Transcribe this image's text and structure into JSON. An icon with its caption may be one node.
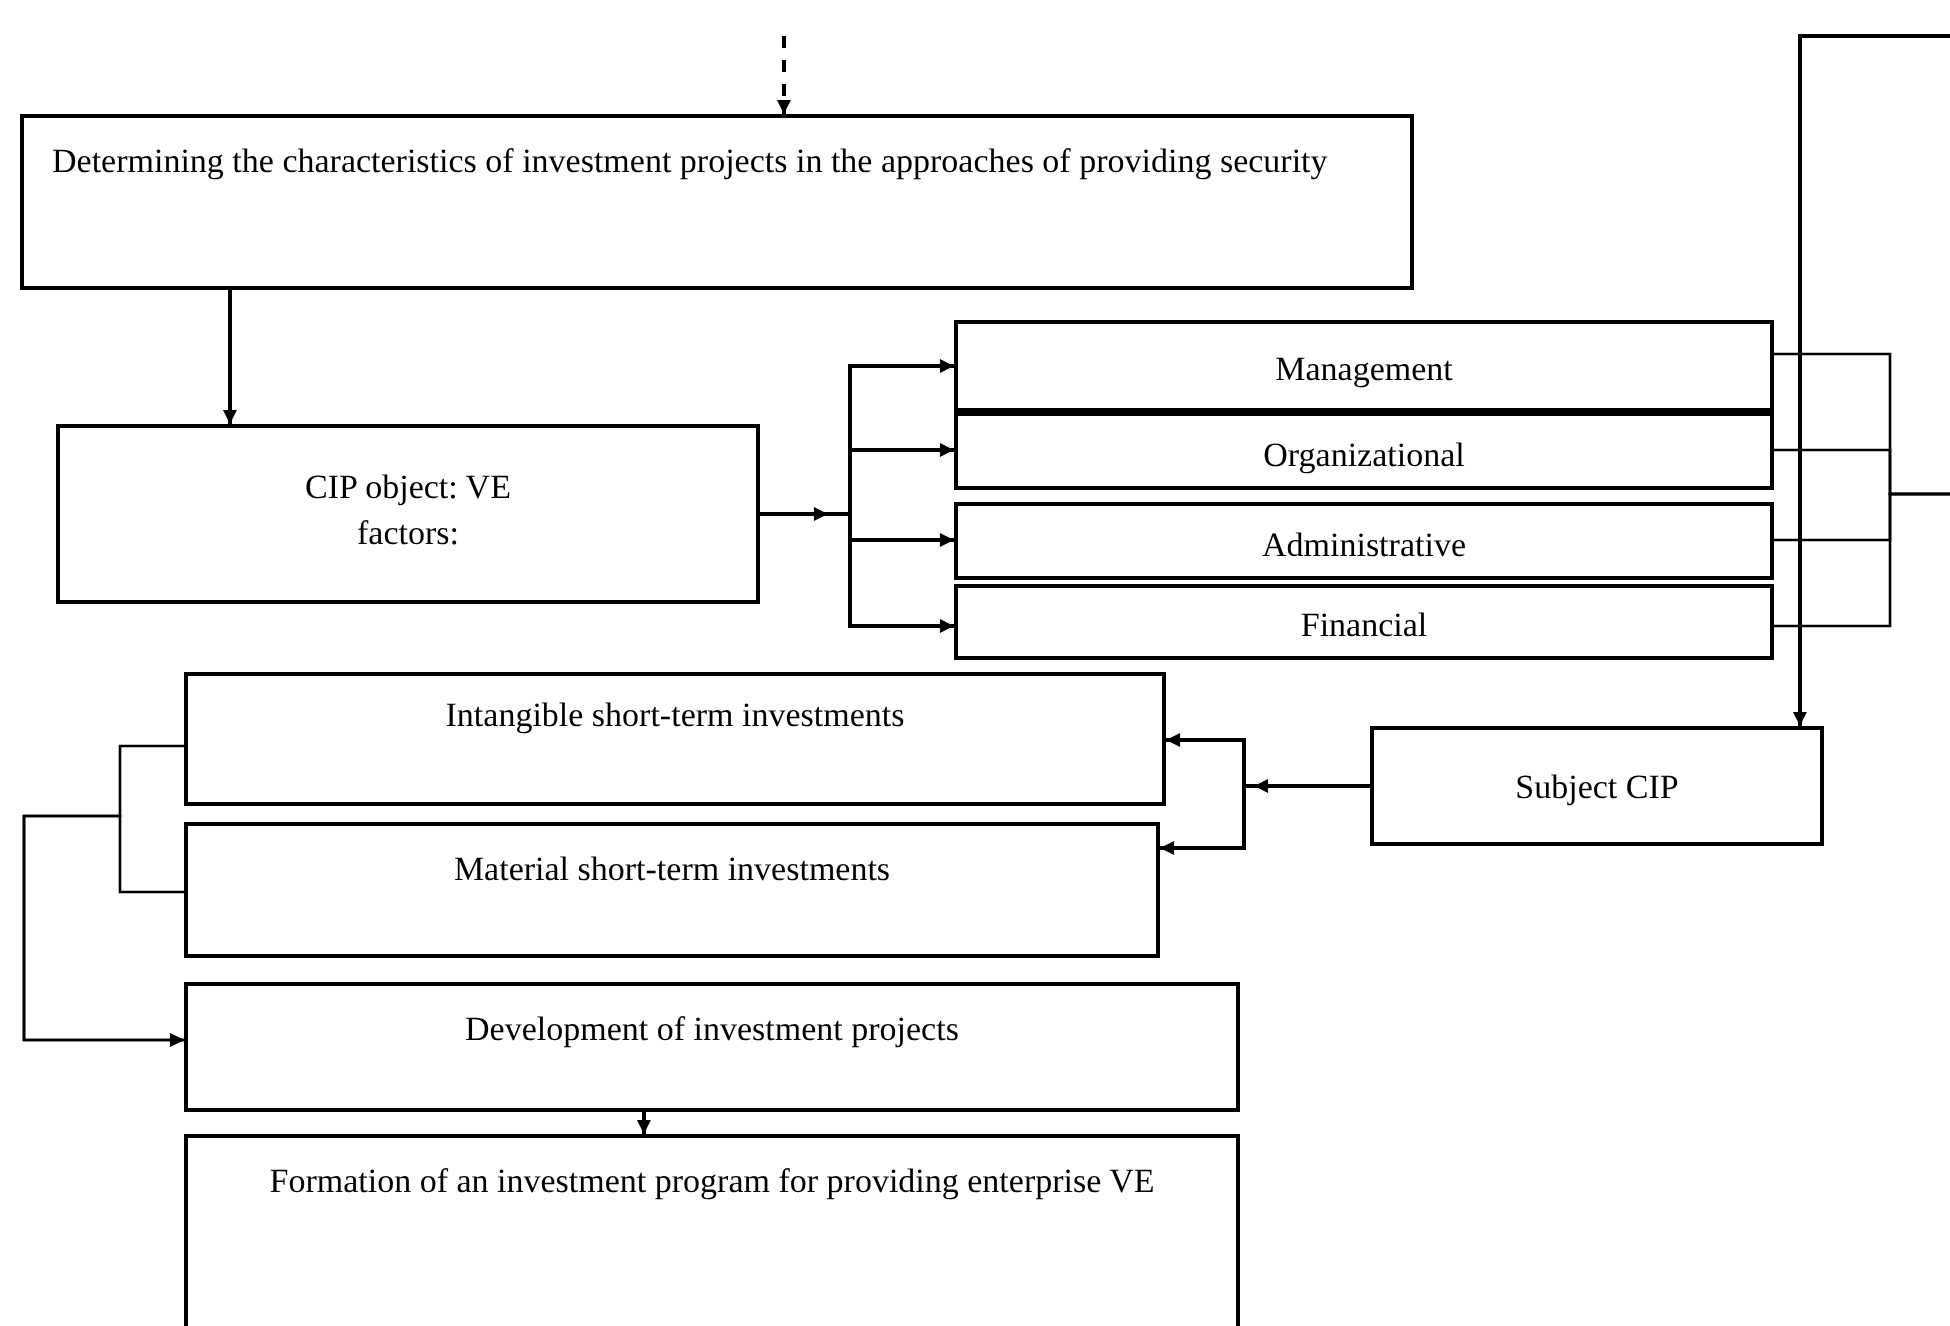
{
  "diagram": {
    "nodes": [
      {
        "text": [
          "Determining the characteristics of investment projects in the approaches of providing security"
        ]
      },
      {
        "text": [
          "CIP object: VE factors:"
        ]
      },
      {
        "text": [
          "Management"
        ]
      },
      {
        "text": [
          "Organizational"
        ]
      },
      {
        "text": [
          "Administrative"
        ]
      },
      {
        "text": [
          "Financial"
        ]
      },
      {
        "text": [
          "Intangible short-term investments"
        ]
      },
      {
        "text": [
          "Material short-term investments"
        ]
      },
      {
        "text": [
          "Subject CIP"
        ]
      },
      {
        "text": [
          "Development of investment projects"
        ]
      },
      {
        "text": [
          "Formation of an investment program for providing enterprise VE"
        ]
      }
    ],
    "edges": [
      {
        "from": null,
        "to": 0,
        "arrow": "to",
        "style": "dashed"
      },
      {
        "from": 0,
        "to": 1,
        "arrow": "to"
      },
      {
        "from": 1,
        "to": 2,
        "arrow": "to"
      },
      {
        "from": 1,
        "to": 3,
        "arrow": "to"
      },
      {
        "from": 1,
        "to": 4,
        "arrow": "to"
      },
      {
        "from": 1,
        "to": 5,
        "arrow": "to"
      },
      {
        "from": 2,
        "to": null,
        "arrow": "none"
      },
      {
        "from": 3,
        "to": null,
        "arrow": "none"
      },
      {
        "from": 4,
        "to": null,
        "arrow": "none"
      },
      {
        "from": 5,
        "to": null,
        "arrow": "none"
      },
      {
        "from": null,
        "to": 8,
        "arrow": "to"
      },
      {
        "from": 8,
        "to": 6,
        "arrow": "to"
      },
      {
        "from": 8,
        "to": 7,
        "arrow": "to"
      },
      {
        "from": 6,
        "to": 9,
        "arrow": "to"
      },
      {
        "from": 7,
        "to": 9,
        "arrow": "to"
      },
      {
        "from": 9,
        "to": 10,
        "arrow": "to"
      }
    ]
  }
}
